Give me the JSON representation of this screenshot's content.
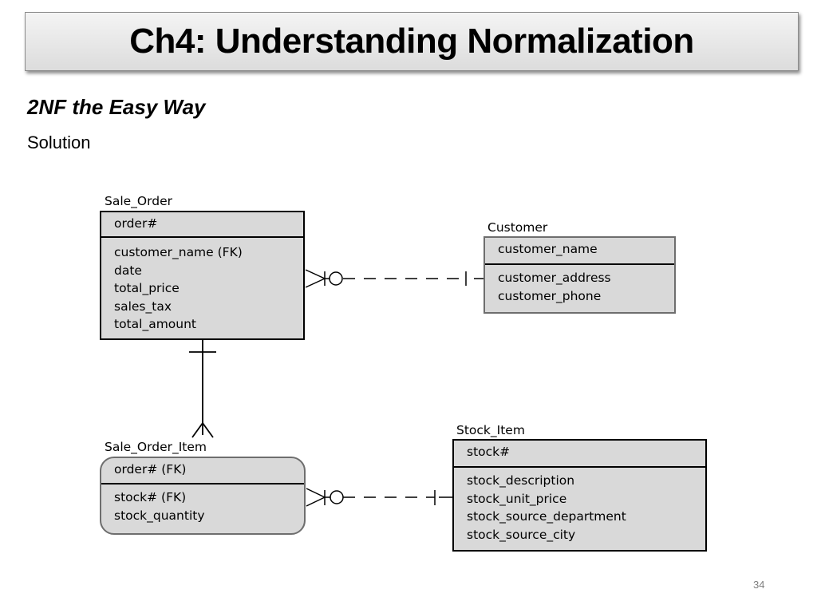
{
  "slide": {
    "title": "Ch4: Understanding Normalization",
    "subtitle": "2NF the Easy Way",
    "body": "Solution",
    "page_number": "34"
  },
  "entities": {
    "sale_order": {
      "name": "Sale_Order",
      "key": "order#",
      "attributes": [
        "customer_name (FK)",
        "date",
        "total_price",
        "sales_tax",
        "total_amount"
      ]
    },
    "customer": {
      "name": "Customer",
      "key": "customer_name",
      "attributes": [
        "customer_address",
        "customer_phone"
      ]
    },
    "sale_order_item": {
      "name": "Sale_Order_Item",
      "key": "order# (FK)",
      "attributes": [
        "stock# (FK)",
        "stock_quantity"
      ]
    },
    "stock_item": {
      "name": "Stock_Item",
      "key": "stock#",
      "attributes": [
        "stock_description",
        "stock_unit_price",
        "stock_source_department",
        "stock_source_city"
      ]
    }
  }
}
